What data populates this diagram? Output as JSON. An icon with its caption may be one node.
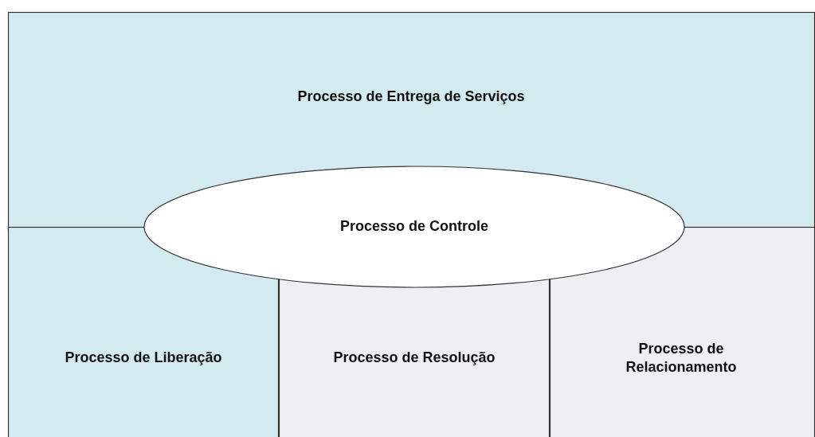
{
  "diagram": {
    "nodes": [
      {
        "text": [
          "Processo de Entrega de Serviços"
        ]
      },
      {
        "text": [
          "Processo de Controle"
        ]
      },
      {
        "text": [
          "Processo de Liberação"
        ]
      },
      {
        "text": [
          "Processo de Resolução"
        ]
      },
      {
        "text": [
          "Processo de Relacionamento"
        ]
      }
    ],
    "edges": []
  }
}
